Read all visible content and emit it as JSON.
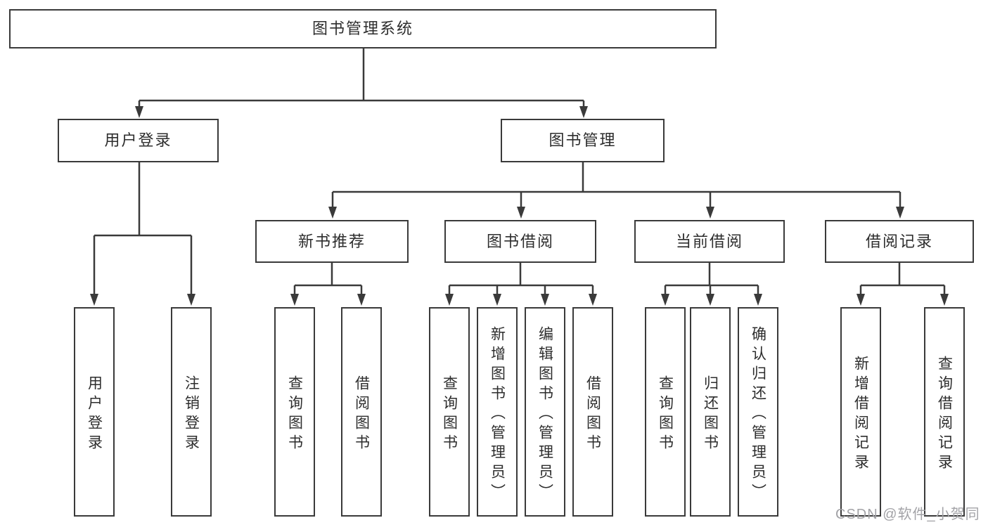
{
  "diagram": {
    "root": {
      "label": "图书管理系统"
    },
    "level2": [
      {
        "label": "用户登录"
      },
      {
        "label": "图书管理"
      }
    ],
    "level3": [
      {
        "label": "新书推荐"
      },
      {
        "label": "图书借阅"
      },
      {
        "label": "当前借阅"
      },
      {
        "label": "借阅记录"
      }
    ],
    "leaves": [
      {
        "label": "用户登录"
      },
      {
        "label": "注销登录"
      },
      {
        "label": "查询图书"
      },
      {
        "label": "借阅图书"
      },
      {
        "label": "查询图书"
      },
      {
        "label": "新增图书（管理员）"
      },
      {
        "label": "编辑图书（管理员）"
      },
      {
        "label": "借阅图书"
      },
      {
        "label": "查询图书"
      },
      {
        "label": "归还图书"
      },
      {
        "label": "确认归还（管理员）"
      },
      {
        "label": "新增借阅记录"
      },
      {
        "label": "查询借阅记录"
      }
    ]
  },
  "watermark": {
    "text": "CSDN @软件_小贺同学"
  },
  "colors": {
    "line": "#3a3a3a",
    "text": "#2d2d2d",
    "watermark": "#a3a3a7",
    "background": "#ffffff"
  }
}
